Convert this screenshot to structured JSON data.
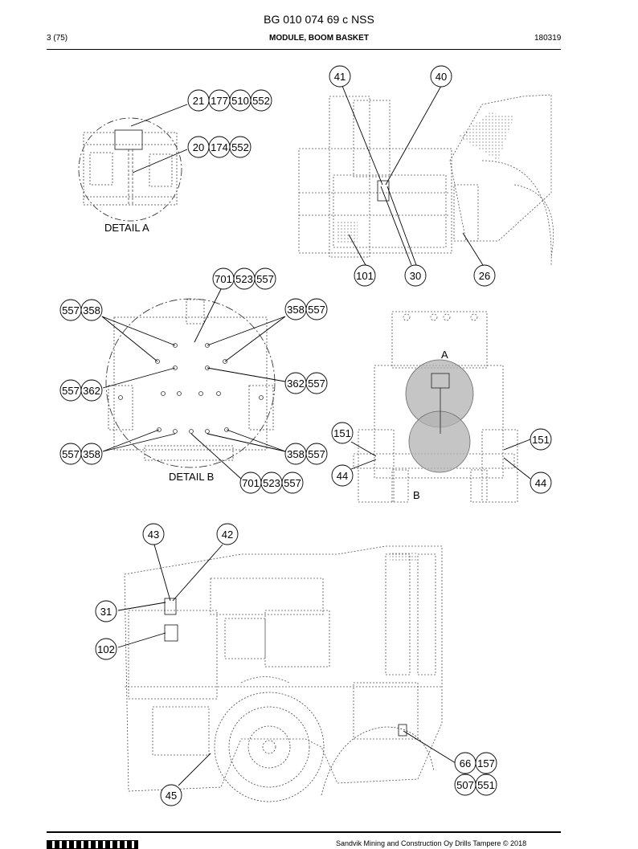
{
  "header": {
    "doc_title": "BG 010 074 69 c NSS",
    "page": "3 (75)",
    "module": "MODULE, BOOM BASKET",
    "code": "180319"
  },
  "footer": {
    "copyright": "Sandvik Mining and Construction Oy Drills Tampere © 2018"
  },
  "labels": {
    "detail_a": "DETAIL A",
    "detail_b": "DETAIL B",
    "marker_a": "A",
    "marker_b": "B"
  },
  "callouts": {
    "c21": "21",
    "c177": "177",
    "c510": "510",
    "c552a": "552",
    "c20": "20",
    "c174": "174",
    "c552b": "552",
    "c41": "41",
    "c40": "40",
    "c101": "101",
    "c30": "30",
    "c26": "26",
    "c701a": "701",
    "c523a": "523",
    "c557a": "557",
    "c557b": "557",
    "c358a": "358",
    "c358b": "358",
    "c557c": "557",
    "c557d": "557",
    "c362a": "362",
    "c362b": "362",
    "c557e": "557",
    "c557f": "557",
    "c358c": "358",
    "c358d": "358",
    "c557g": "557",
    "c701b": "701",
    "c523b": "523",
    "c557h": "557",
    "c151a": "151",
    "c151b": "151",
    "c44a": "44",
    "c44b": "44",
    "c43": "43",
    "c42": "42",
    "c31": "31",
    "c102": "102",
    "c66": "66",
    "c157": "157",
    "c507": "507",
    "c551": "551",
    "c45": "45"
  }
}
